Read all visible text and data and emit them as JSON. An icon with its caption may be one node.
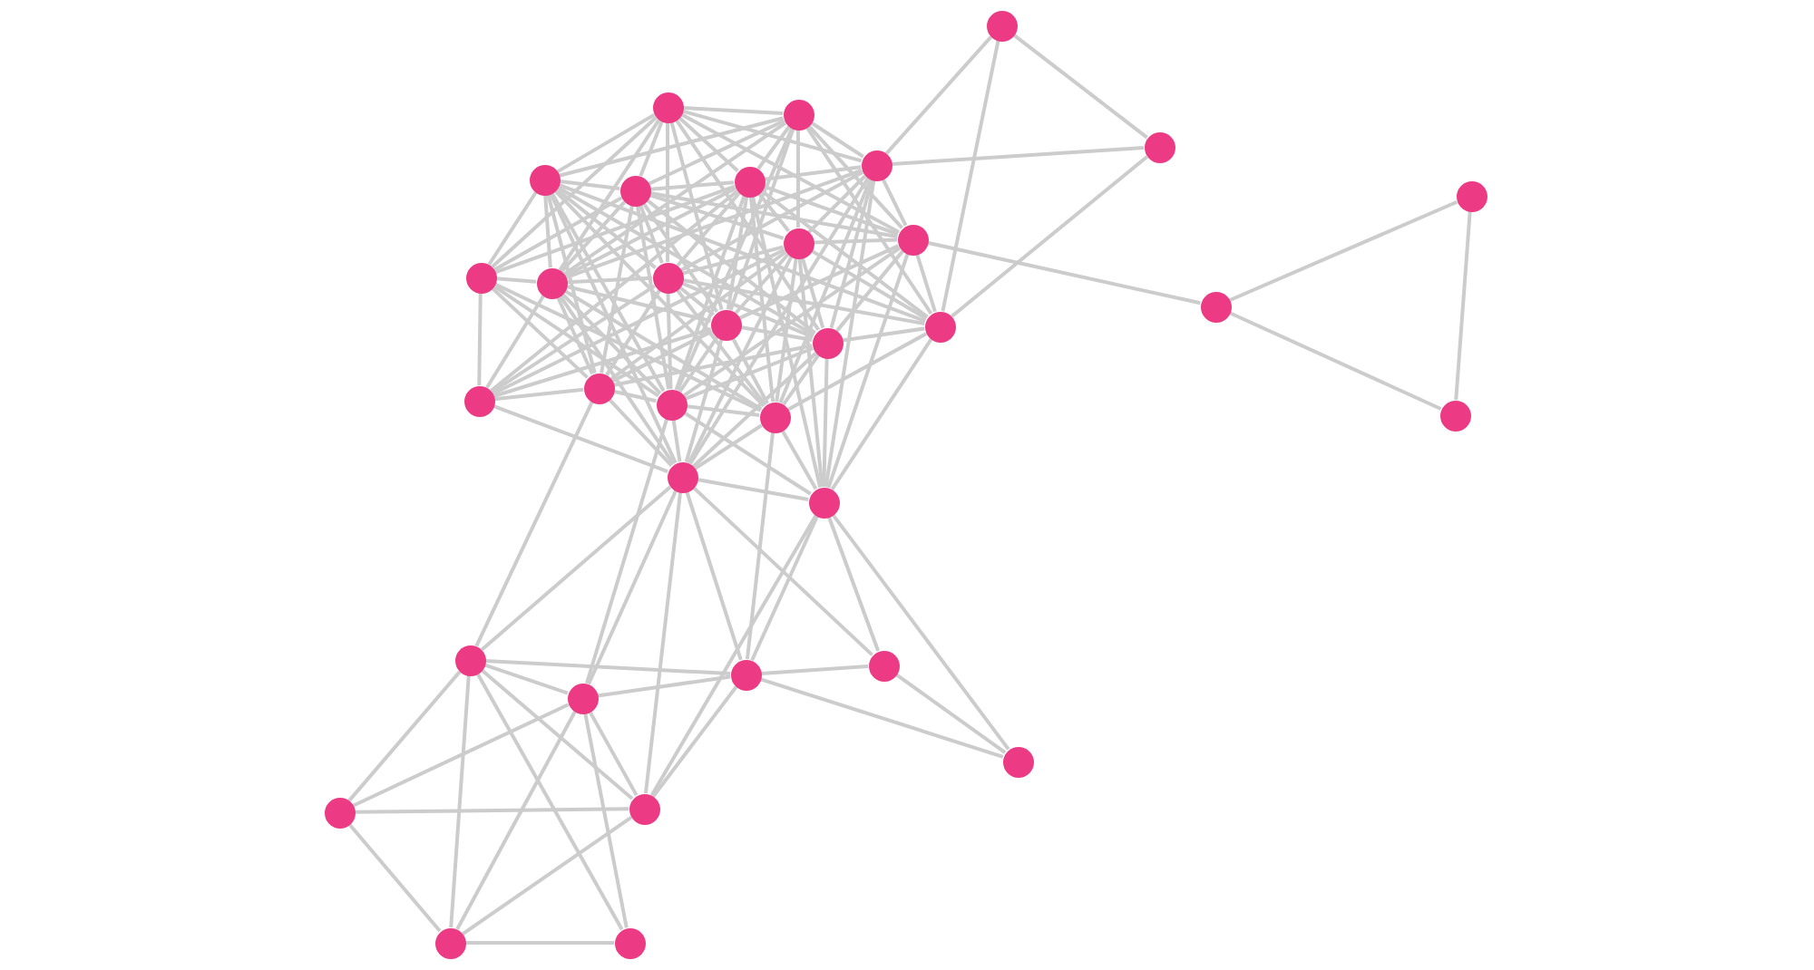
{
  "diagram": {
    "nodes": [
      {
        "text": [],
        "shape": "circle"
      },
      {
        "text": [],
        "shape": "circle"
      },
      {
        "text": [],
        "shape": "circle"
      },
      {
        "text": [],
        "shape": "circle"
      },
      {
        "text": [],
        "shape": "circle"
      },
      {
        "text": [],
        "shape": "circle"
      },
      {
        "text": [],
        "shape": "circle"
      },
      {
        "text": [],
        "shape": "circle"
      },
      {
        "text": [],
        "shape": "circle"
      },
      {
        "text": [],
        "shape": "circle"
      },
      {
        "text": [],
        "shape": "circle"
      },
      {
        "text": [],
        "shape": "circle"
      },
      {
        "text": [],
        "shape": "circle"
      },
      {
        "text": [],
        "shape": "circle"
      },
      {
        "text": [],
        "shape": "circle"
      },
      {
        "text": [],
        "shape": "circle"
      },
      {
        "text": [],
        "shape": "circle"
      },
      {
        "text": [],
        "shape": "circle"
      },
      {
        "text": [],
        "shape": "circle"
      },
      {
        "text": [],
        "shape": "circle"
      },
      {
        "text": [],
        "shape": "circle"
      },
      {
        "text": [],
        "shape": "circle"
      },
      {
        "text": [],
        "shape": "circle"
      },
      {
        "text": [],
        "shape": "circle"
      },
      {
        "text": [],
        "shape": "circle"
      },
      {
        "text": [],
        "shape": "circle"
      },
      {
        "text": [],
        "shape": "circle"
      },
      {
        "text": [],
        "shape": "circle"
      },
      {
        "text": [],
        "shape": "circle"
      },
      {
        "text": [],
        "shape": "circle"
      },
      {
        "text": [],
        "shape": "circle"
      },
      {
        "text": [],
        "shape": "circle"
      },
      {
        "text": [],
        "shape": "circle"
      },
      {
        "text": [],
        "shape": "circle"
      }
    ],
    "edges": [
      {
        "from": 0,
        "to": 4,
        "arrow": "none"
      },
      {
        "from": 0,
        "to": 3,
        "arrow": "none"
      },
      {
        "from": 0,
        "to": 16,
        "arrow": "none"
      },
      {
        "from": 3,
        "to": 4,
        "arrow": "none"
      },
      {
        "from": 3,
        "to": 16,
        "arrow": "none"
      },
      {
        "from": 9,
        "to": 14,
        "arrow": "none"
      },
      {
        "from": 14,
        "to": 8,
        "arrow": "none"
      },
      {
        "from": 14,
        "to": 22,
        "arrow": "none"
      },
      {
        "from": 8,
        "to": 22,
        "arrow": "none"
      },
      {
        "from": 25,
        "to": 19,
        "arrow": "none"
      },
      {
        "from": 25,
        "to": 23,
        "arrow": "none"
      },
      {
        "from": 25,
        "to": 26,
        "arrow": "none"
      },
      {
        "from": 25,
        "to": 27,
        "arrow": "none"
      },
      {
        "from": 25,
        "to": 30,
        "arrow": "none"
      },
      {
        "from": 25,
        "to": 32,
        "arrow": "none"
      },
      {
        "from": 25,
        "to": 31,
        "arrow": "none"
      },
      {
        "from": 25,
        "to": 33,
        "arrow": "none"
      },
      {
        "from": 26,
        "to": 20,
        "arrow": "none"
      },
      {
        "from": 26,
        "to": 23,
        "arrow": "none"
      },
      {
        "from": 26,
        "to": 27,
        "arrow": "none"
      },
      {
        "from": 26,
        "to": 30,
        "arrow": "none"
      },
      {
        "from": 26,
        "to": 32,
        "arrow": "none"
      },
      {
        "from": 26,
        "to": 31,
        "arrow": "none"
      },
      {
        "from": 26,
        "to": 33,
        "arrow": "none"
      },
      {
        "from": 27,
        "to": 23,
        "arrow": "none"
      },
      {
        "from": 27,
        "to": 24,
        "arrow": "none"
      },
      {
        "from": 27,
        "to": 21,
        "arrow": "none"
      },
      {
        "from": 27,
        "to": 28,
        "arrow": "none"
      },
      {
        "from": 27,
        "to": 29,
        "arrow": "none"
      },
      {
        "from": 27,
        "to": 31,
        "arrow": "none"
      },
      {
        "from": 28,
        "to": 24,
        "arrow": "none"
      },
      {
        "from": 28,
        "to": 23,
        "arrow": "none"
      },
      {
        "from": 28,
        "to": 29,
        "arrow": "none"
      },
      {
        "from": 29,
        "to": 24,
        "arrow": "none"
      },
      {
        "from": 31,
        "to": 23,
        "arrow": "none"
      },
      {
        "from": 31,
        "to": 24,
        "arrow": "none"
      },
      {
        "from": 31,
        "to": 30,
        "arrow": "none"
      },
      {
        "from": 31,
        "to": 32,
        "arrow": "none"
      },
      {
        "from": 30,
        "to": 32,
        "arrow": "none"
      },
      {
        "from": 32,
        "to": 33,
        "arrow": "none"
      },
      {
        "from": 23,
        "to": 24,
        "arrow": "none"
      },
      {
        "from": 24,
        "to": 16,
        "arrow": "none"
      },
      {
        "from": 1,
        "to": 2,
        "arrow": "none"
      },
      {
        "from": 1,
        "to": 4,
        "arrow": "none"
      },
      {
        "from": 1,
        "to": 5,
        "arrow": "none"
      },
      {
        "from": 1,
        "to": 6,
        "arrow": "none"
      },
      {
        "from": 1,
        "to": 7,
        "arrow": "none"
      },
      {
        "from": 1,
        "to": 9,
        "arrow": "none"
      },
      {
        "from": 1,
        "to": 12,
        "arrow": "none"
      },
      {
        "from": 1,
        "to": 13,
        "arrow": "none"
      },
      {
        "from": 1,
        "to": 15,
        "arrow": "none"
      },
      {
        "from": 1,
        "to": 17,
        "arrow": "none"
      },
      {
        "from": 2,
        "to": 4,
        "arrow": "none"
      },
      {
        "from": 2,
        "to": 5,
        "arrow": "none"
      },
      {
        "from": 2,
        "to": 6,
        "arrow": "none"
      },
      {
        "from": 2,
        "to": 7,
        "arrow": "none"
      },
      {
        "from": 2,
        "to": 9,
        "arrow": "none"
      },
      {
        "from": 2,
        "to": 10,
        "arrow": "none"
      },
      {
        "from": 2,
        "to": 12,
        "arrow": "none"
      },
      {
        "from": 2,
        "to": 15,
        "arrow": "none"
      },
      {
        "from": 2,
        "to": 20,
        "arrow": "none"
      },
      {
        "from": 4,
        "to": 7,
        "arrow": "none"
      },
      {
        "from": 4,
        "to": 9,
        "arrow": "none"
      },
      {
        "from": 4,
        "to": 10,
        "arrow": "none"
      },
      {
        "from": 4,
        "to": 12,
        "arrow": "none"
      },
      {
        "from": 4,
        "to": 13,
        "arrow": "none"
      },
      {
        "from": 4,
        "to": 17,
        "arrow": "none"
      },
      {
        "from": 4,
        "to": 21,
        "arrow": "none"
      },
      {
        "from": 5,
        "to": 6,
        "arrow": "none"
      },
      {
        "from": 5,
        "to": 12,
        "arrow": "none"
      },
      {
        "from": 5,
        "to": 13,
        "arrow": "none"
      },
      {
        "from": 5,
        "to": 17,
        "arrow": "none"
      },
      {
        "from": 5,
        "to": 20,
        "arrow": "none"
      },
      {
        "from": 5,
        "to": 21,
        "arrow": "none"
      },
      {
        "from": 6,
        "to": 7,
        "arrow": "none"
      },
      {
        "from": 6,
        "to": 9,
        "arrow": "none"
      },
      {
        "from": 6,
        "to": 10,
        "arrow": "none"
      },
      {
        "from": 6,
        "to": 12,
        "arrow": "none"
      },
      {
        "from": 6,
        "to": 13,
        "arrow": "none"
      },
      {
        "from": 6,
        "to": 15,
        "arrow": "none"
      },
      {
        "from": 6,
        "to": 17,
        "arrow": "none"
      },
      {
        "from": 6,
        "to": 20,
        "arrow": "none"
      },
      {
        "from": 7,
        "to": 9,
        "arrow": "none"
      },
      {
        "from": 7,
        "to": 10,
        "arrow": "none"
      },
      {
        "from": 7,
        "to": 12,
        "arrow": "none"
      },
      {
        "from": 7,
        "to": 13,
        "arrow": "none"
      },
      {
        "from": 7,
        "to": 15,
        "arrow": "none"
      },
      {
        "from": 7,
        "to": 20,
        "arrow": "none"
      },
      {
        "from": 7,
        "to": 21,
        "arrow": "none"
      },
      {
        "from": 9,
        "to": 10,
        "arrow": "none"
      },
      {
        "from": 9,
        "to": 15,
        "arrow": "none"
      },
      {
        "from": 9,
        "to": 17,
        "arrow": "none"
      },
      {
        "from": 9,
        "to": 20,
        "arrow": "none"
      },
      {
        "from": 10,
        "to": 13,
        "arrow": "none"
      },
      {
        "from": 10,
        "to": 15,
        "arrow": "none"
      },
      {
        "from": 10,
        "to": 17,
        "arrow": "none"
      },
      {
        "from": 10,
        "to": 21,
        "arrow": "none"
      },
      {
        "from": 12,
        "to": 13,
        "arrow": "none"
      },
      {
        "from": 12,
        "to": 15,
        "arrow": "none"
      },
      {
        "from": 12,
        "to": 20,
        "arrow": "none"
      },
      {
        "from": 12,
        "to": 21,
        "arrow": "none"
      },
      {
        "from": 13,
        "to": 15,
        "arrow": "none"
      },
      {
        "from": 13,
        "to": 17,
        "arrow": "none"
      },
      {
        "from": 13,
        "to": 20,
        "arrow": "none"
      },
      {
        "from": 13,
        "to": 21,
        "arrow": "none"
      },
      {
        "from": 15,
        "to": 17,
        "arrow": "none"
      },
      {
        "from": 15,
        "to": 20,
        "arrow": "none"
      },
      {
        "from": 15,
        "to": 21,
        "arrow": "none"
      },
      {
        "from": 17,
        "to": 20,
        "arrow": "none"
      },
      {
        "from": 17,
        "to": 21,
        "arrow": "none"
      },
      {
        "from": 20,
        "to": 21,
        "arrow": "none"
      },
      {
        "from": 11,
        "to": 1,
        "arrow": "none"
      },
      {
        "from": 11,
        "to": 5,
        "arrow": "none"
      },
      {
        "from": 11,
        "to": 6,
        "arrow": "none"
      },
      {
        "from": 11,
        "to": 7,
        "arrow": "none"
      },
      {
        "from": 11,
        "to": 12,
        "arrow": "none"
      },
      {
        "from": 11,
        "to": 18,
        "arrow": "none"
      },
      {
        "from": 11,
        "to": 19,
        "arrow": "none"
      },
      {
        "from": 11,
        "to": 20,
        "arrow": "none"
      },
      {
        "from": 11,
        "to": 21,
        "arrow": "none"
      },
      {
        "from": 18,
        "to": 12,
        "arrow": "none"
      },
      {
        "from": 18,
        "to": 13,
        "arrow": "none"
      },
      {
        "from": 18,
        "to": 15,
        "arrow": "none"
      },
      {
        "from": 18,
        "to": 19,
        "arrow": "none"
      },
      {
        "from": 18,
        "to": 23,
        "arrow": "none"
      },
      {
        "from": 19,
        "to": 5,
        "arrow": "none"
      },
      {
        "from": 19,
        "to": 6,
        "arrow": "none"
      },
      {
        "from": 19,
        "to": 12,
        "arrow": "none"
      },
      {
        "from": 19,
        "to": 13,
        "arrow": "none"
      },
      {
        "from": 19,
        "to": 15,
        "arrow": "none"
      },
      {
        "from": 19,
        "to": 17,
        "arrow": "none"
      },
      {
        "from": 19,
        "to": 20,
        "arrow": "none"
      },
      {
        "from": 19,
        "to": 23,
        "arrow": "none"
      },
      {
        "from": 16,
        "to": 2,
        "arrow": "none"
      },
      {
        "from": 16,
        "to": 7,
        "arrow": "none"
      },
      {
        "from": 16,
        "to": 9,
        "arrow": "none"
      },
      {
        "from": 16,
        "to": 10,
        "arrow": "none"
      },
      {
        "from": 16,
        "to": 13,
        "arrow": "none"
      },
      {
        "from": 16,
        "to": 17,
        "arrow": "none"
      },
      {
        "from": 16,
        "to": 21,
        "arrow": "none"
      },
      {
        "from": 23,
        "to": 5,
        "arrow": "none"
      },
      {
        "from": 23,
        "to": 10,
        "arrow": "none"
      },
      {
        "from": 23,
        "to": 12,
        "arrow": "none"
      },
      {
        "from": 23,
        "to": 15,
        "arrow": "none"
      },
      {
        "from": 23,
        "to": 17,
        "arrow": "none"
      },
      {
        "from": 23,
        "to": 20,
        "arrow": "none"
      },
      {
        "from": 23,
        "to": 21,
        "arrow": "none"
      },
      {
        "from": 24,
        "to": 7,
        "arrow": "none"
      },
      {
        "from": 24,
        "to": 9,
        "arrow": "none"
      },
      {
        "from": 24,
        "to": 10,
        "arrow": "none"
      },
      {
        "from": 24,
        "to": 17,
        "arrow": "none"
      },
      {
        "from": 24,
        "to": 20,
        "arrow": "none"
      },
      {
        "from": 24,
        "to": 21,
        "arrow": "none"
      },
      {
        "from": 7,
        "to": 18,
        "arrow": "none"
      },
      {
        "from": 10,
        "to": 19,
        "arrow": "none"
      },
      {
        "from": 10,
        "to": 18,
        "arrow": "none"
      },
      {
        "from": 4,
        "to": 23,
        "arrow": "none"
      },
      {
        "from": 4,
        "to": 24,
        "arrow": "none"
      },
      {
        "from": 5,
        "to": 16,
        "arrow": "none"
      }
    ]
  }
}
